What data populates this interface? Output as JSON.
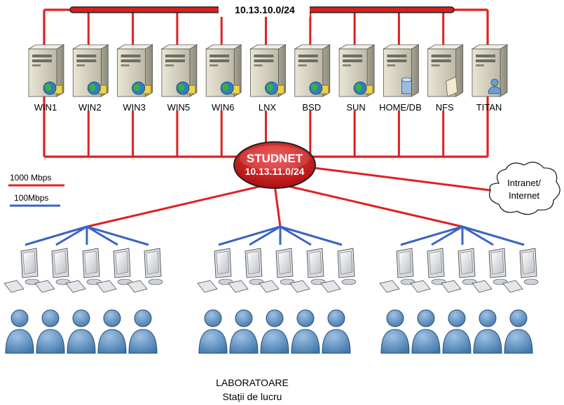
{
  "colors": {
    "gigabit": "#e02020",
    "fast": "#3a63c8",
    "hub_fill": "#c81414",
    "person": "#5b8fc0"
  },
  "backbone": {
    "label": "10.13.10.0/24"
  },
  "hub": {
    "name": "STUDNET",
    "subnet": "10.13.11.0/24"
  },
  "servers": [
    {
      "label": "WIN1",
      "badge": "globe-icon"
    },
    {
      "label": "WIN2",
      "badge": "globe-icon"
    },
    {
      "label": "WIN3",
      "badge": "globe-icon"
    },
    {
      "label": "WIN5",
      "badge": "globe-icon"
    },
    {
      "label": "WIN6",
      "badge": "globe-icon"
    },
    {
      "label": "LNX",
      "badge": "globe-icon"
    },
    {
      "label": "BSD",
      "badge": "globe-icon"
    },
    {
      "label": "SUN",
      "badge": "globe-icon"
    },
    {
      "label": "HOME/DB",
      "badge": "database-icon"
    },
    {
      "label": "NFS",
      "badge": "folder-icon"
    },
    {
      "label": "TITAN",
      "badge": "user-icon"
    }
  ],
  "legend": [
    {
      "label": "1000 Mbps",
      "color": "#e02020"
    },
    {
      "label": "100Mbps",
      "color": "#3a63c8"
    }
  ],
  "cloud": {
    "line1": "Intranet/",
    "line2": "Internet"
  },
  "labs": {
    "count": 3,
    "workstations_per_lab": 5
  },
  "footer": {
    "line1": "LABORATOARE",
    "line2": "Stații de lucru"
  }
}
